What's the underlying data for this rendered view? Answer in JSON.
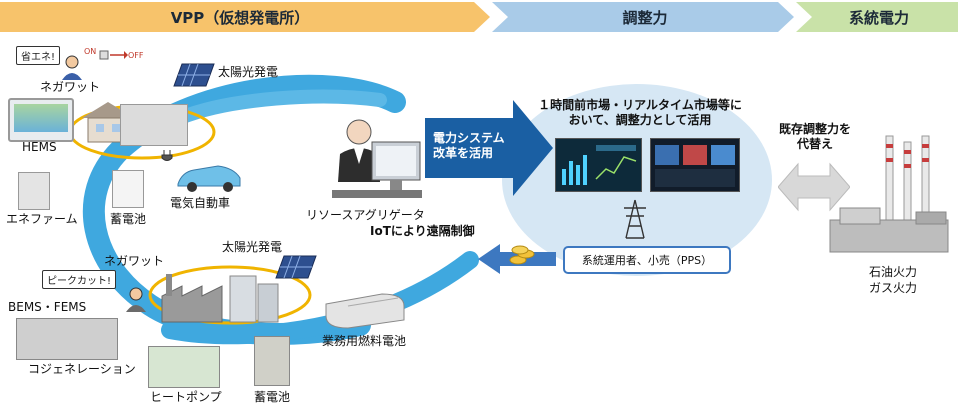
{
  "header": {
    "vpp": "VPP（仮想発電所）",
    "adjust": "調整力",
    "grid": "系統電力"
  },
  "top_group": {
    "callout": "省エネ!",
    "on": "ON",
    "off": "OFF",
    "negawatt": "ネガワット",
    "solar": "太陽光発電",
    "hems": "HEMS",
    "enefarm": "エネファーム",
    "battery": "蓄電池",
    "ev": "電気自動車"
  },
  "center": {
    "aggregator": "リソースアグリゲータ",
    "iot": "IoTにより遠隔制御",
    "arrow_text": [
      "電力システム",
      "改革を活用"
    ]
  },
  "bottom_group": {
    "negawatt": "ネガワット",
    "solar": "太陽光発電",
    "callout": "ピークカット!",
    "bems": "BEMS・FEMS",
    "cogen": "コジェネレーション",
    "heatpump": "ヒートポンプ",
    "battery": "蓄電池",
    "fuelcell": "業務用燃料電池"
  },
  "market": {
    "text": [
      "１時間前市場・リアルタイム市場等に",
      "おいて、調整力として活用"
    ],
    "operator": "系統運用者、小売（PPS）"
  },
  "right": {
    "replace": [
      "既存調整力を",
      "代替え"
    ],
    "plant": [
      "石油火力",
      "ガス火力"
    ]
  }
}
